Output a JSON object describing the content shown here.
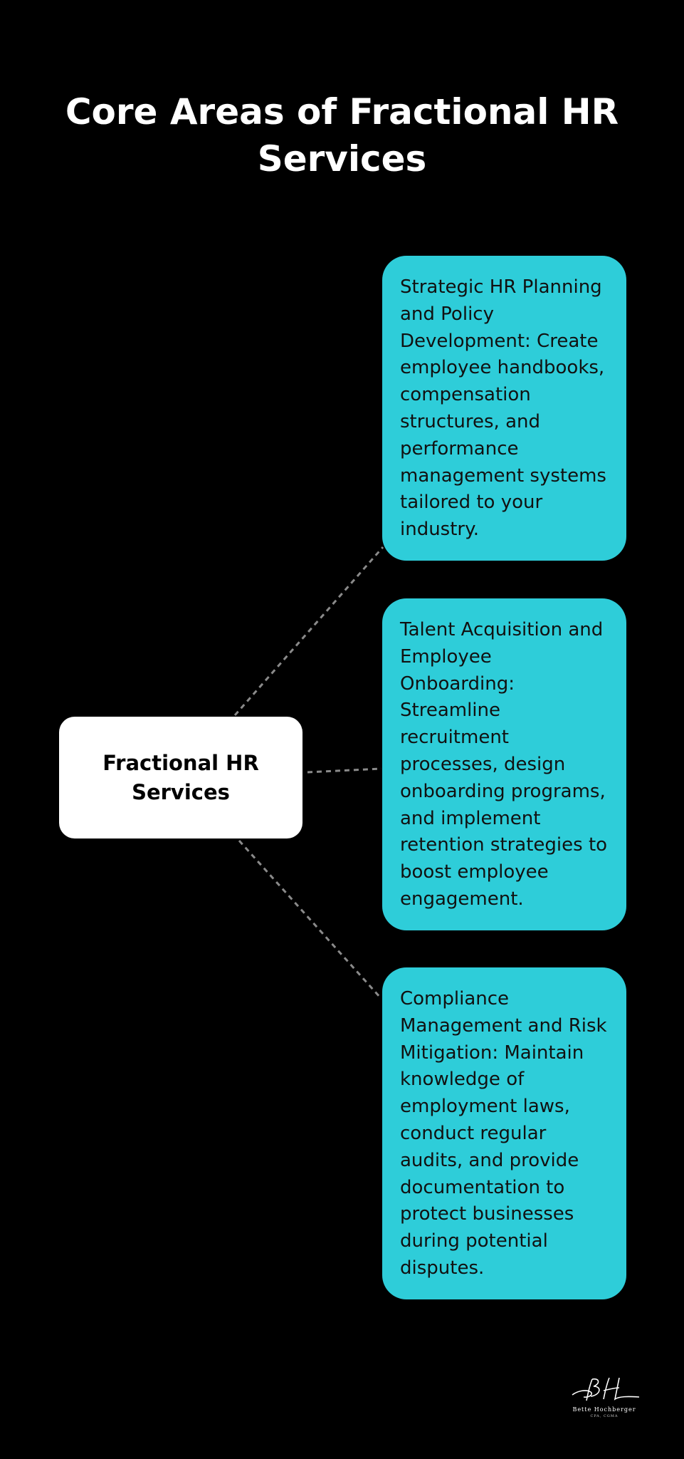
{
  "title": "Core Areas of Fractional HR Services",
  "center_node": {
    "label": "Fractional HR Services"
  },
  "branches": [
    {
      "text": "Strategic HR Planning and Policy Development: Create employee handbooks, compensation structures, and performance management systems tailored to your industry."
    },
    {
      "text": "Talent Acquisition and Employee Onboarding: Streamline recruitment processes, design onboarding programs, and implement retention strategies to boost employee engagement."
    },
    {
      "text": "Compliance Management and Risk Mitigation: Maintain knowledge of employment laws, conduct regular audits, and provide documentation to protect businesses during potential disputes."
    }
  ],
  "logo": {
    "monogram": "BH",
    "name": "Bette Hochberger",
    "credentials": "CPA, CGMA"
  },
  "colors": {
    "background": "#000000",
    "card": "#2ecdd9",
    "center_node": "#ffffff",
    "connector": "#8a8a8a"
  }
}
